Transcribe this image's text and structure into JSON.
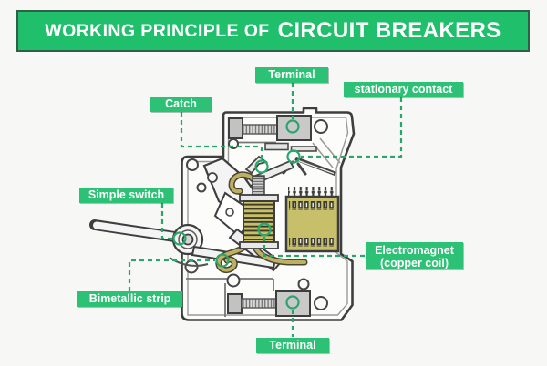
{
  "header": {
    "prefix": "WORKING PRINCIPLE OF",
    "emphasis": "CIRCUIT BREAKERS"
  },
  "annotations": {
    "terminal_top": "Terminal",
    "stationary_contact": "stationary contact",
    "catch": "Catch",
    "simple_switch": "Simple switch",
    "bimetallic_strip": "Bimetallic strip",
    "electromagnet_line1": "Electromagnet",
    "electromagnet_line2": "(copper coil)",
    "terminal_bottom": "Terminal"
  },
  "colors": {
    "banner_green": "#1fbf6b",
    "badge_green": "#2cc175",
    "leader_line_green": "#2aa56b",
    "coil_olive": "#c8bf6b",
    "outline_gray": "#3e3e3e",
    "background": "#f7f7f6"
  }
}
